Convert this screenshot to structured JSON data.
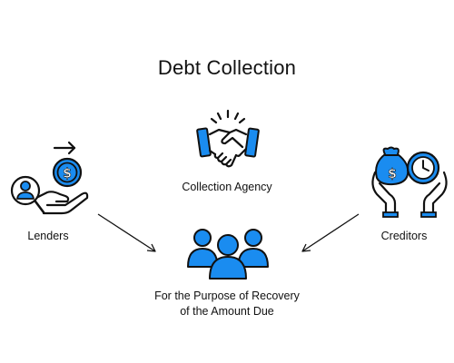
{
  "title": "Debt Collection",
  "nodes": {
    "agency": {
      "label": "Collection Agency",
      "icon": "handshake-icon"
    },
    "lenders": {
      "label": "Lenders",
      "icon": "lender-hand-coin-icon"
    },
    "creditors": {
      "label": "Creditors",
      "icon": "creditor-money-clock-icon"
    },
    "purpose": {
      "line1": "For the Purpose of Recovery",
      "line2": "of the Amount Due",
      "icon": "group-people-icon"
    }
  },
  "colors": {
    "accent": "#1a8cf0",
    "stroke": "#111111"
  }
}
